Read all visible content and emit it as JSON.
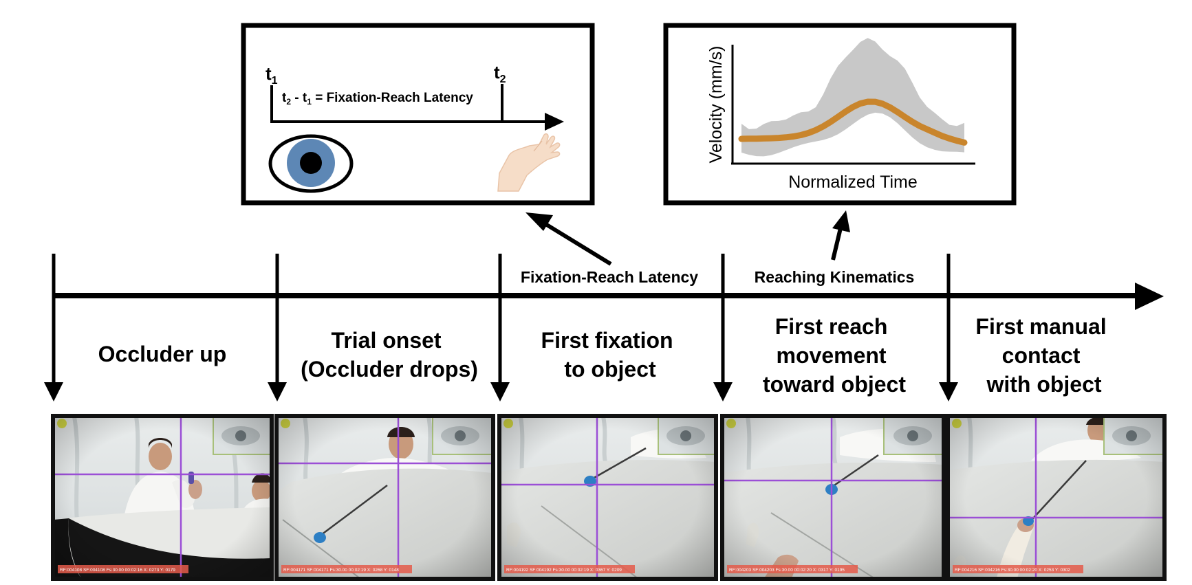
{
  "latency_box": {
    "t1": "t",
    "t1_sub": "1",
    "t2": "t",
    "t2_sub": "2",
    "formula_a": "t",
    "formula_a_sub": "2",
    "formula_b": " - t",
    "formula_b_sub": "1",
    "formula_c": " =  Fixation-Reach Latency"
  },
  "velocity_box": {
    "ylabel": "Velocity (mm/s)",
    "xlabel": "Normalized Time",
    "mean_color": "#c9852c",
    "band_color": "#c8c8c8"
  },
  "timeline": {
    "measure_labels": [
      "Fixation-Reach Latency",
      "Reaching Kinematics"
    ],
    "events": [
      {
        "lines": [
          "Occluder up"
        ]
      },
      {
        "lines": [
          "Trial onset",
          "(Occluder drops)"
        ]
      },
      {
        "lines": [
          "First fixation",
          "to object"
        ]
      },
      {
        "lines": [
          "First reach",
          "movement",
          "toward object"
        ]
      },
      {
        "lines": [
          "First manual",
          "contact",
          "with object"
        ]
      }
    ]
  },
  "frames": [
    {
      "caption": "RF:004108 SF:004108 Fs:30.00 00:02:16 X: 0273 Y: 0179"
    },
    {
      "caption": "RF:004171 SF:004171 Fs:30.00 00:02:19 X: 0268 Y: 0148"
    },
    {
      "caption": "RF:004192 SF:004192 Fs:30.00 00:02:19 X: 0367 Y: 0209"
    },
    {
      "caption": "RF:004203 SF:004203 Fs:30.00 00:02:20 X: 0317 Y: 0195"
    },
    {
      "caption": "RF:004216 SF:004216 Fs:30.00 00:02:20 X: 0253 Y: 0302"
    }
  ],
  "colors": {
    "crosshair": "#9b4fd6",
    "frame_border": "#111111",
    "eye_iris": "#5d87b5"
  }
}
